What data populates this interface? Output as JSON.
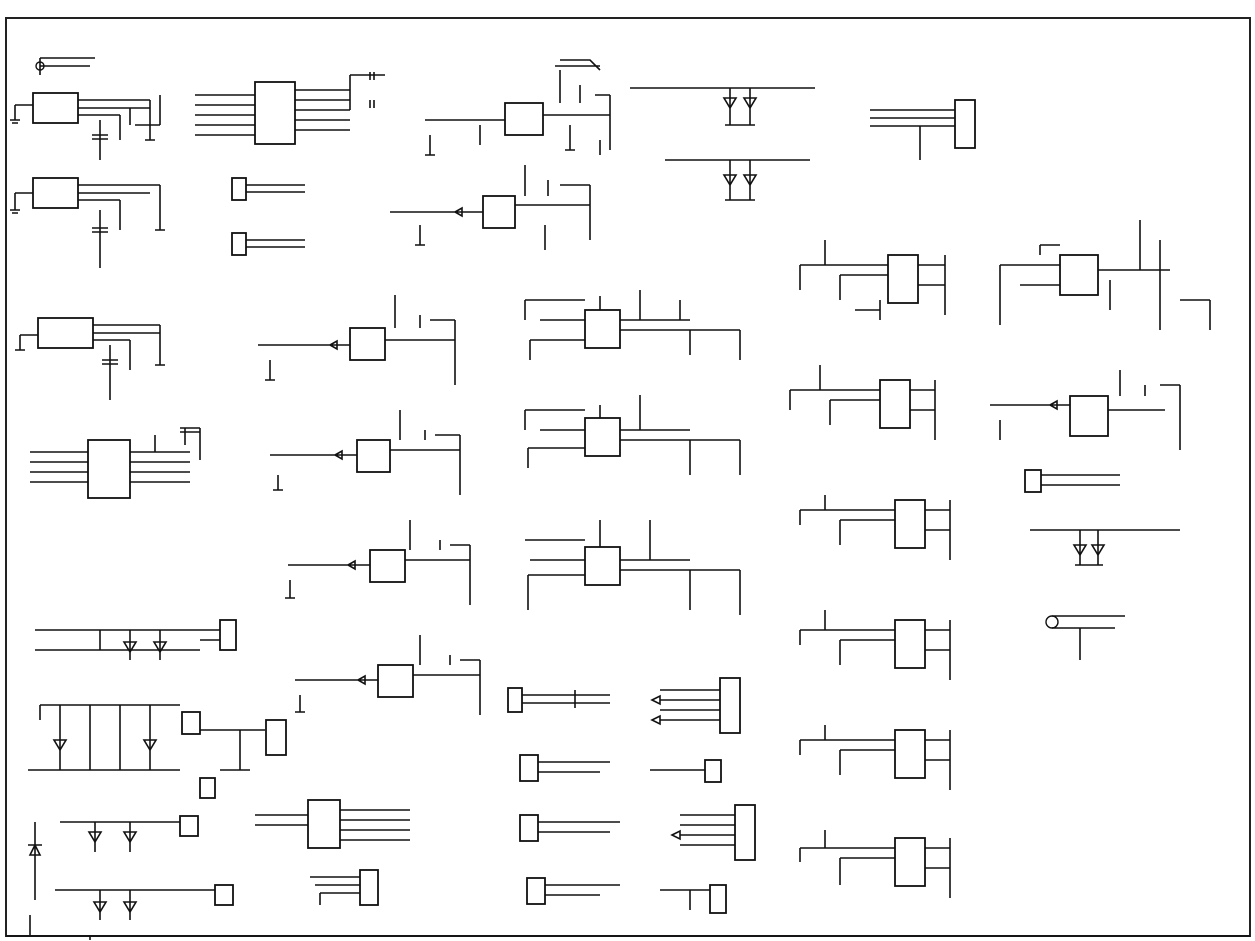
{
  "sheet": {
    "title": "",
    "description_text": ""
  },
  "groups": [
    {
      "id": "top-left-input",
      "kind": "connector-circuit"
    },
    {
      "id": "ic-array-left",
      "kind": "ic-blocks"
    },
    {
      "id": "top-center-ic",
      "kind": "ic-block"
    },
    {
      "id": "op-amp-column-1",
      "kind": "op-amp-stages"
    },
    {
      "id": "op-amp-column-2",
      "kind": "op-amp-stages"
    },
    {
      "id": "opto-column",
      "kind": "opto-couplers"
    },
    {
      "id": "right-op-amp",
      "kind": "op-amp-stages"
    },
    {
      "id": "diode-clamp",
      "kind": "tvs-diodes"
    },
    {
      "id": "power-section",
      "kind": "power-supply"
    },
    {
      "id": "connectors-bottom",
      "kind": "headers"
    }
  ]
}
